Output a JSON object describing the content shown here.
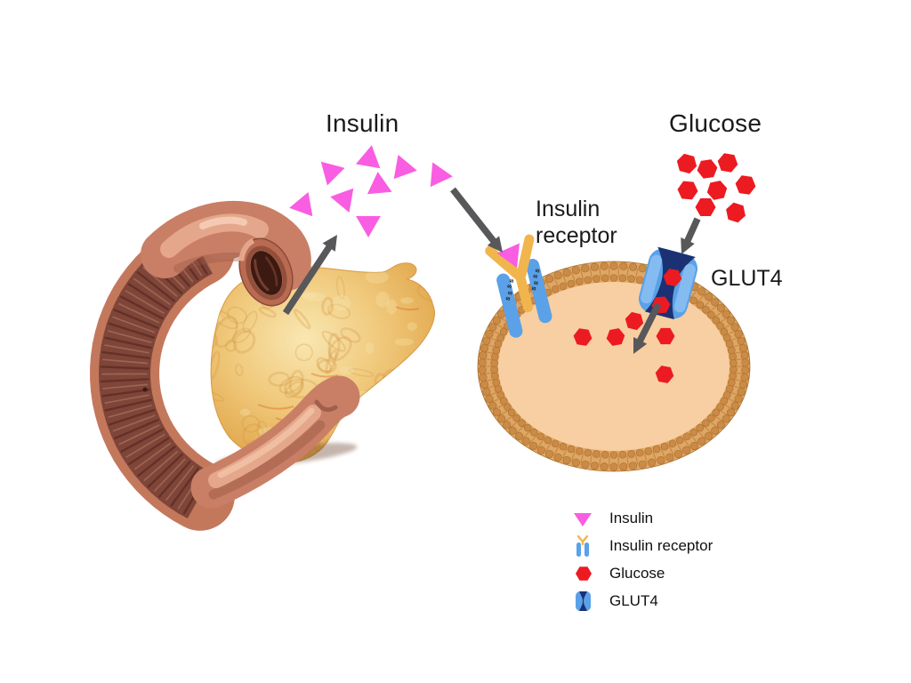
{
  "diagram": {
    "description": "Insulin secretion by pancreas, insulin receptor and GLUT4 glucose transport into a cell",
    "title_labels": {
      "insulin": "Insulin",
      "glucose": "Glucose",
      "insulin_receptor_line1": "Insulin",
      "insulin_receptor_line2": "receptor",
      "glut4": "GLUT4"
    },
    "legend": {
      "items": [
        {
          "icon": "insulin-triangle-icon",
          "label": "Insulin"
        },
        {
          "icon": "insulin-receptor-icon",
          "label": "Insulin receptor"
        },
        {
          "icon": "glucose-hexagon-icon",
          "label": "Glucose"
        },
        {
          "icon": "glut4-transporter-icon",
          "label": "GLUT4"
        }
      ]
    },
    "molecules": {
      "insulin_released_count": 8,
      "insulin_bound_to_receptor_count": 1,
      "glucose_extracellular_count": 8,
      "glucose_in_transporter_count": 2,
      "glucose_intracellular_count": 5
    },
    "colors": {
      "insulin": "#f95de2",
      "glucose": "#ec1b21",
      "blue": "#5aa1e8",
      "blue_light": "#8cc0f2",
      "navy": "#1b3173",
      "arm_yellow": "#f1b54e",
      "membrane_base": "#dfa766",
      "membrane_head": "#cb8a45",
      "membrane_head_edge": "#a6702f",
      "membrane_tail": "#c68641",
      "cytoplasm": "#f8cfa2",
      "arrow": "#58585a",
      "text": "#1a1a1a",
      "pancreas_yellow": "#efc873",
      "pancreas_yellow_light": "#f9e7b2",
      "pancreas_yellow_deep": "#d1933c",
      "salmon": "#c97f66",
      "salmon_light": "#e9ae92",
      "salmon_dark": "#9a5844",
      "gut_wall": "#7e4538",
      "gut_wall_rim": "#c3785c",
      "gut_stria_dark": "#5c2b24",
      "gut_stria_light": "#a5705e",
      "gut_hole": "#3c1a12"
    }
  }
}
